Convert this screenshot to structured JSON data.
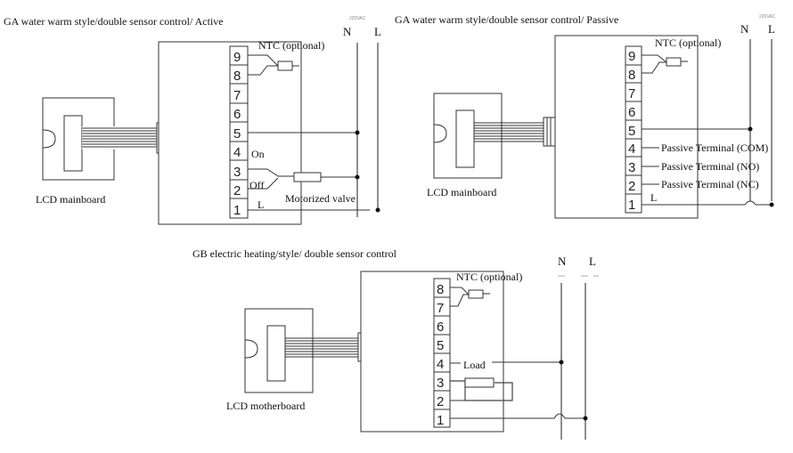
{
  "diagrams": [
    {
      "title": "GA water warm style/double sensor control/ Active",
      "board_label": "LCD mainboard",
      "terminals": [
        "9",
        "8",
        "7",
        "6",
        "5",
        "4",
        "3",
        "2",
        "1"
      ],
      "ntc_label": "NTC (optional)",
      "supply": {
        "n": "N",
        "l": "L",
        "rating": "220VAC"
      },
      "labels": {
        "on": "On",
        "off": "Off",
        "valve": "Motorized valve",
        "l_term": "L"
      }
    },
    {
      "title": "GA water warm style/double sensor control/ Passive",
      "board_label": "LCD mainboard",
      "terminals": [
        "9",
        "8",
        "7",
        "6",
        "5",
        "4",
        "3",
        "2",
        "1"
      ],
      "ntc_label": "NTC (optional)",
      "supply": {
        "n": "N",
        "l": "L",
        "rating": "220VAC"
      },
      "labels": {
        "com": "Passive Terminal (COM)",
        "no": "Passive Terminal (NO)",
        "nc": "Passive Terminal (NC)",
        "l_term": "L"
      }
    },
    {
      "title": "GB electric heating/style/ double sensor control",
      "board_label": "LCD motherboard",
      "terminals": [
        "8",
        "7",
        "6",
        "5",
        "4",
        "3",
        "2",
        "1"
      ],
      "ntc_label": "NTC (optional)",
      "supply": {
        "n": "N",
        "l": "L"
      },
      "labels": {
        "load": "Load"
      }
    }
  ]
}
